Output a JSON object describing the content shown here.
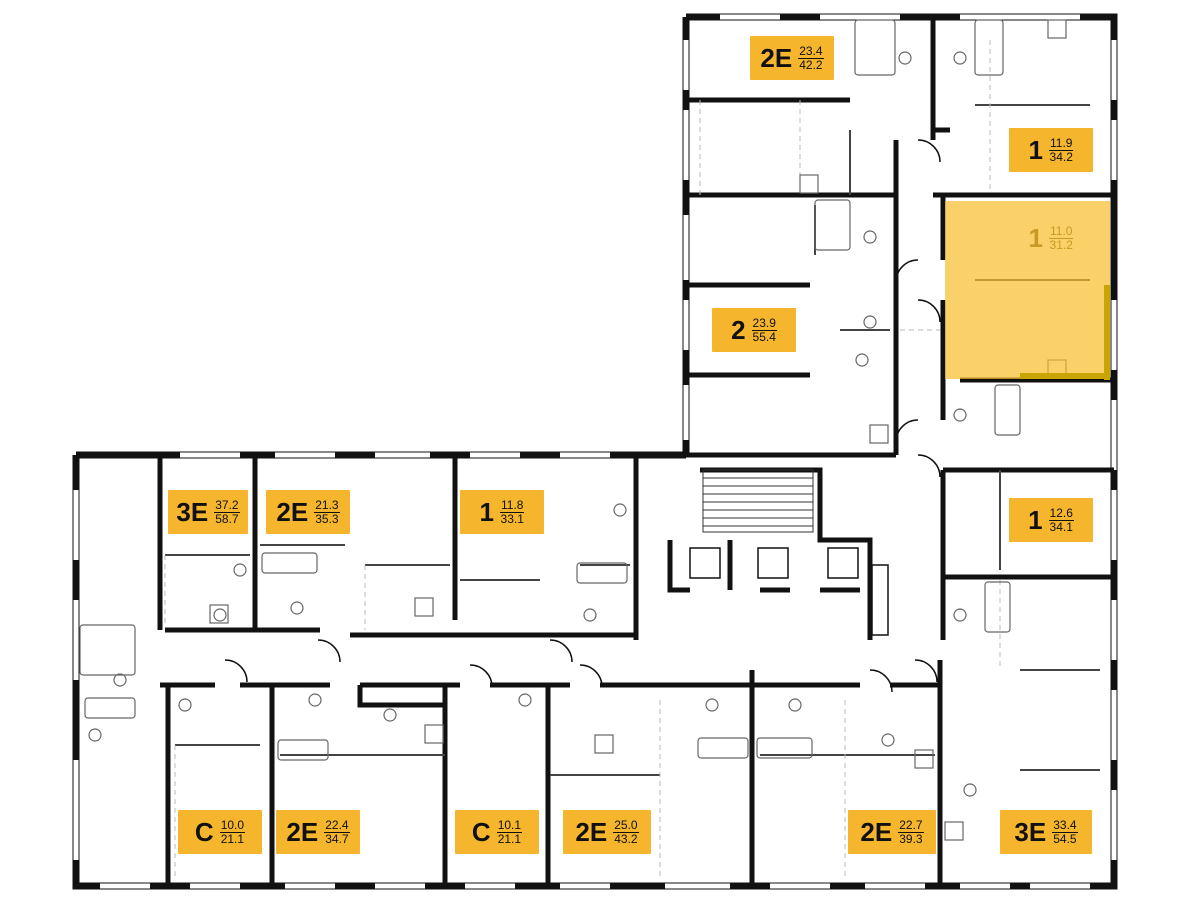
{
  "colors": {
    "label_bg": "#f5b52c",
    "selected_fill": "#f7be28",
    "wall": "#111111"
  },
  "apartments": [
    {
      "id": "top-2e",
      "type": "2E",
      "living": "23.4",
      "total": "42.2"
    },
    {
      "id": "right-1-a",
      "type": "1",
      "living": "11.9",
      "total": "34.2"
    },
    {
      "id": "right-1-selected",
      "type": "1",
      "living": "11.0",
      "total": "31.2",
      "selected": true
    },
    {
      "id": "mid-2",
      "type": "2",
      "living": "23.9",
      "total": "55.4"
    },
    {
      "id": "right-1-b",
      "type": "1",
      "living": "12.6",
      "total": "34.1"
    },
    {
      "id": "upper-3e",
      "type": "3E",
      "living": "37.2",
      "total": "58.7"
    },
    {
      "id": "upper-2e",
      "type": "2E",
      "living": "21.3",
      "total": "35.3"
    },
    {
      "id": "upper-1",
      "type": "1",
      "living": "11.8",
      "total": "33.1"
    },
    {
      "id": "lower-c-1",
      "type": "C",
      "living": "10.0",
      "total": "21.1"
    },
    {
      "id": "lower-2e-1",
      "type": "2E",
      "living": "22.4",
      "total": "34.7"
    },
    {
      "id": "lower-c-2",
      "type": "C",
      "living": "10.1",
      "total": "21.1"
    },
    {
      "id": "lower-2e-2",
      "type": "2E",
      "living": "25.0",
      "total": "43.2"
    },
    {
      "id": "lower-2e-3",
      "type": "2E",
      "living": "22.7",
      "total": "39.3"
    },
    {
      "id": "lower-3e",
      "type": "3E",
      "living": "33.4",
      "total": "54.5"
    }
  ]
}
